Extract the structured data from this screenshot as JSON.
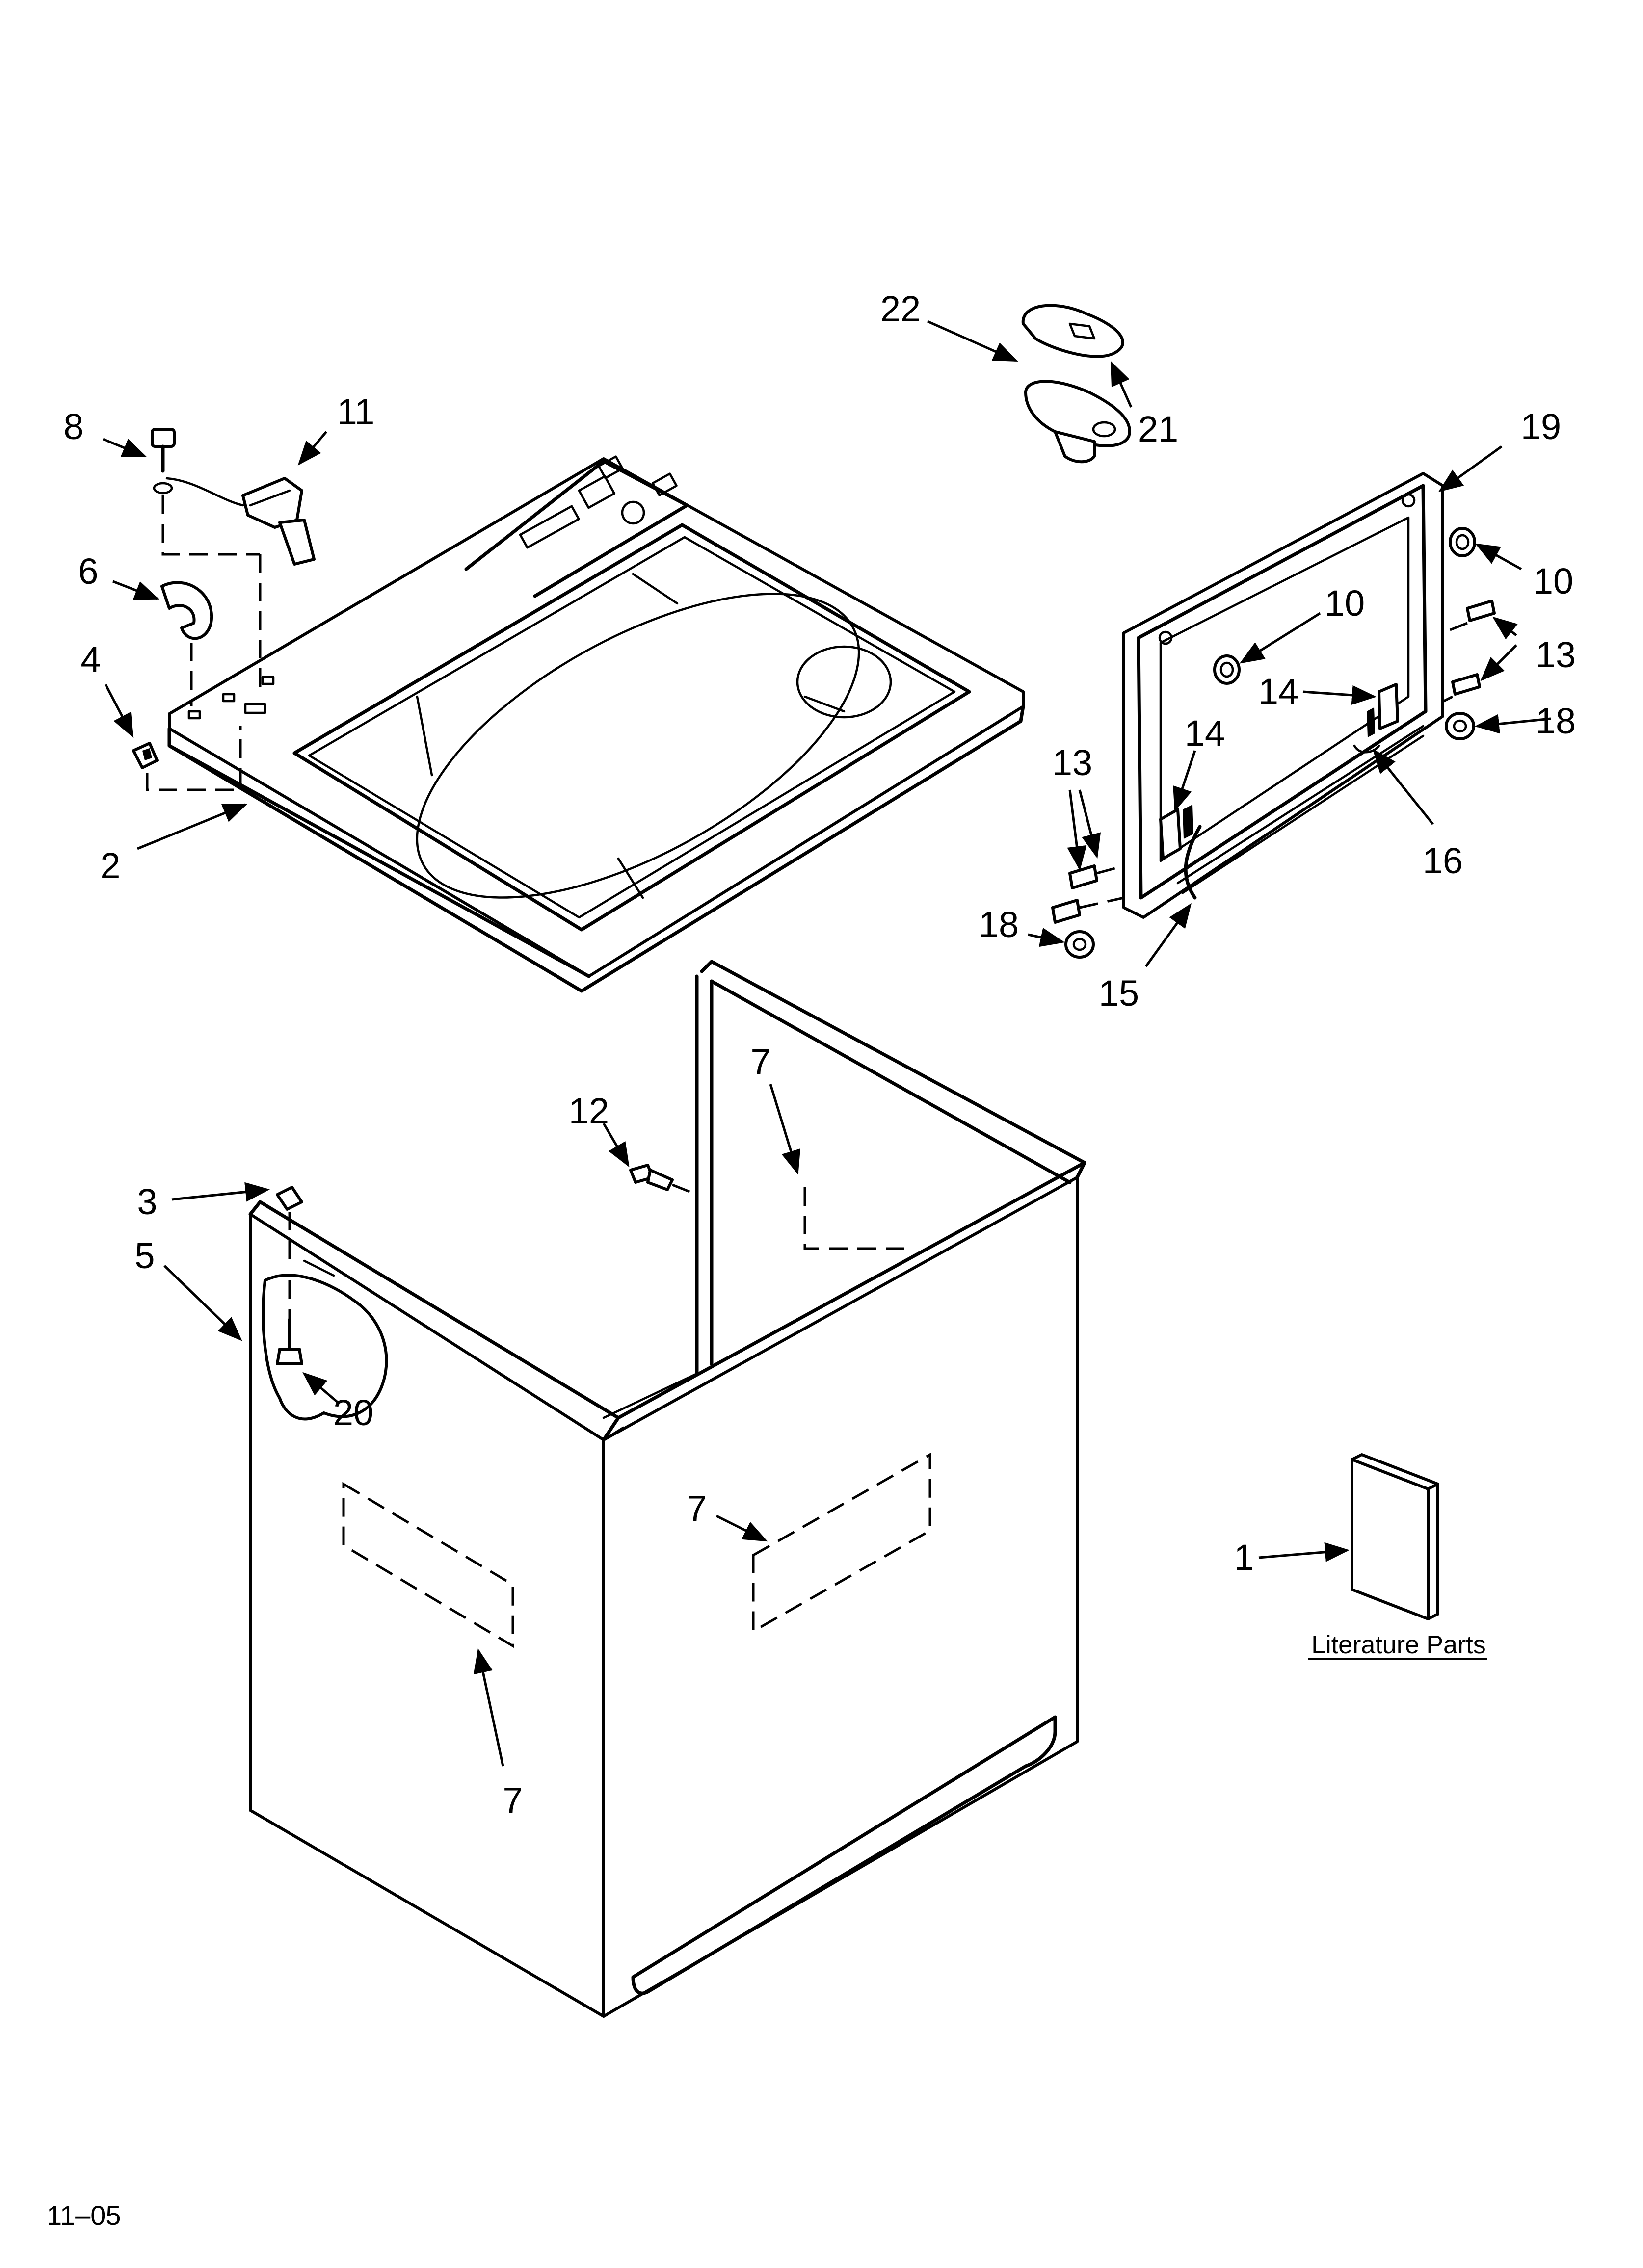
{
  "callouts": {
    "c1": "1",
    "c2": "2",
    "c3": "3",
    "c4": "4",
    "c5": "5",
    "c6": "6",
    "c7a": "7",
    "c7b": "7",
    "c7c": "7",
    "c8": "8",
    "c10a": "10",
    "c10b": "10",
    "c11": "11",
    "c12": "12",
    "c13a": "13",
    "c13b": "13",
    "c14a": "14",
    "c14b": "14",
    "c15": "15",
    "c16": "16",
    "c18a": "18",
    "c18b": "18",
    "c19": "19",
    "c20": "20",
    "c21": "21",
    "c22": "22"
  },
  "literature_label": "Literature Parts",
  "footer_code": "11–05"
}
